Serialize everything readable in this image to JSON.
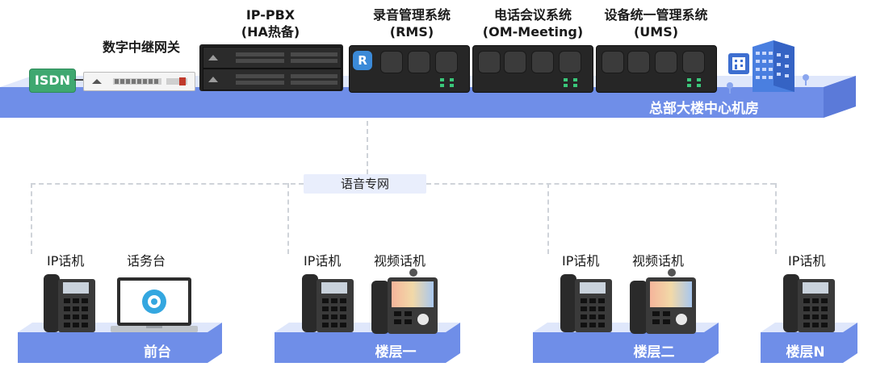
{
  "top": {
    "isdn": "ISDN",
    "gateway_title": "数字中继网关",
    "pbx_title_line1": "IP-PBX",
    "pbx_title_line2": "(HA热备)",
    "rms_title_line1": "录音管理系统",
    "rms_title_line2": "(RMS)",
    "rms_logo": "R",
    "om_title_line1": "电话会议系统",
    "om_title_line2": "(OM-Meeting)",
    "ums_title_line1": "设备统一管理系统",
    "ums_title_line2": "(UMS)",
    "hq_label": "总部大楼中心机房"
  },
  "network": {
    "label": "语音专网"
  },
  "floors": [
    {
      "label": "前台",
      "devices": [
        "IP话机",
        "话务台"
      ]
    },
    {
      "label": "楼层一",
      "devices": [
        "IP话机",
        "视频话机"
      ]
    },
    {
      "label": "楼层二",
      "devices": [
        "IP话机",
        "视频话机"
      ]
    },
    {
      "label": "楼层N",
      "devices": [
        "IP话机"
      ]
    }
  ],
  "colors": {
    "shelf_blue": "#6f8ee8",
    "shelf_top": "#dfe7fb",
    "isdn_green": "#3fa870",
    "pill_bg": "#e9eefc",
    "building_blue": "#3e6fd0"
  }
}
